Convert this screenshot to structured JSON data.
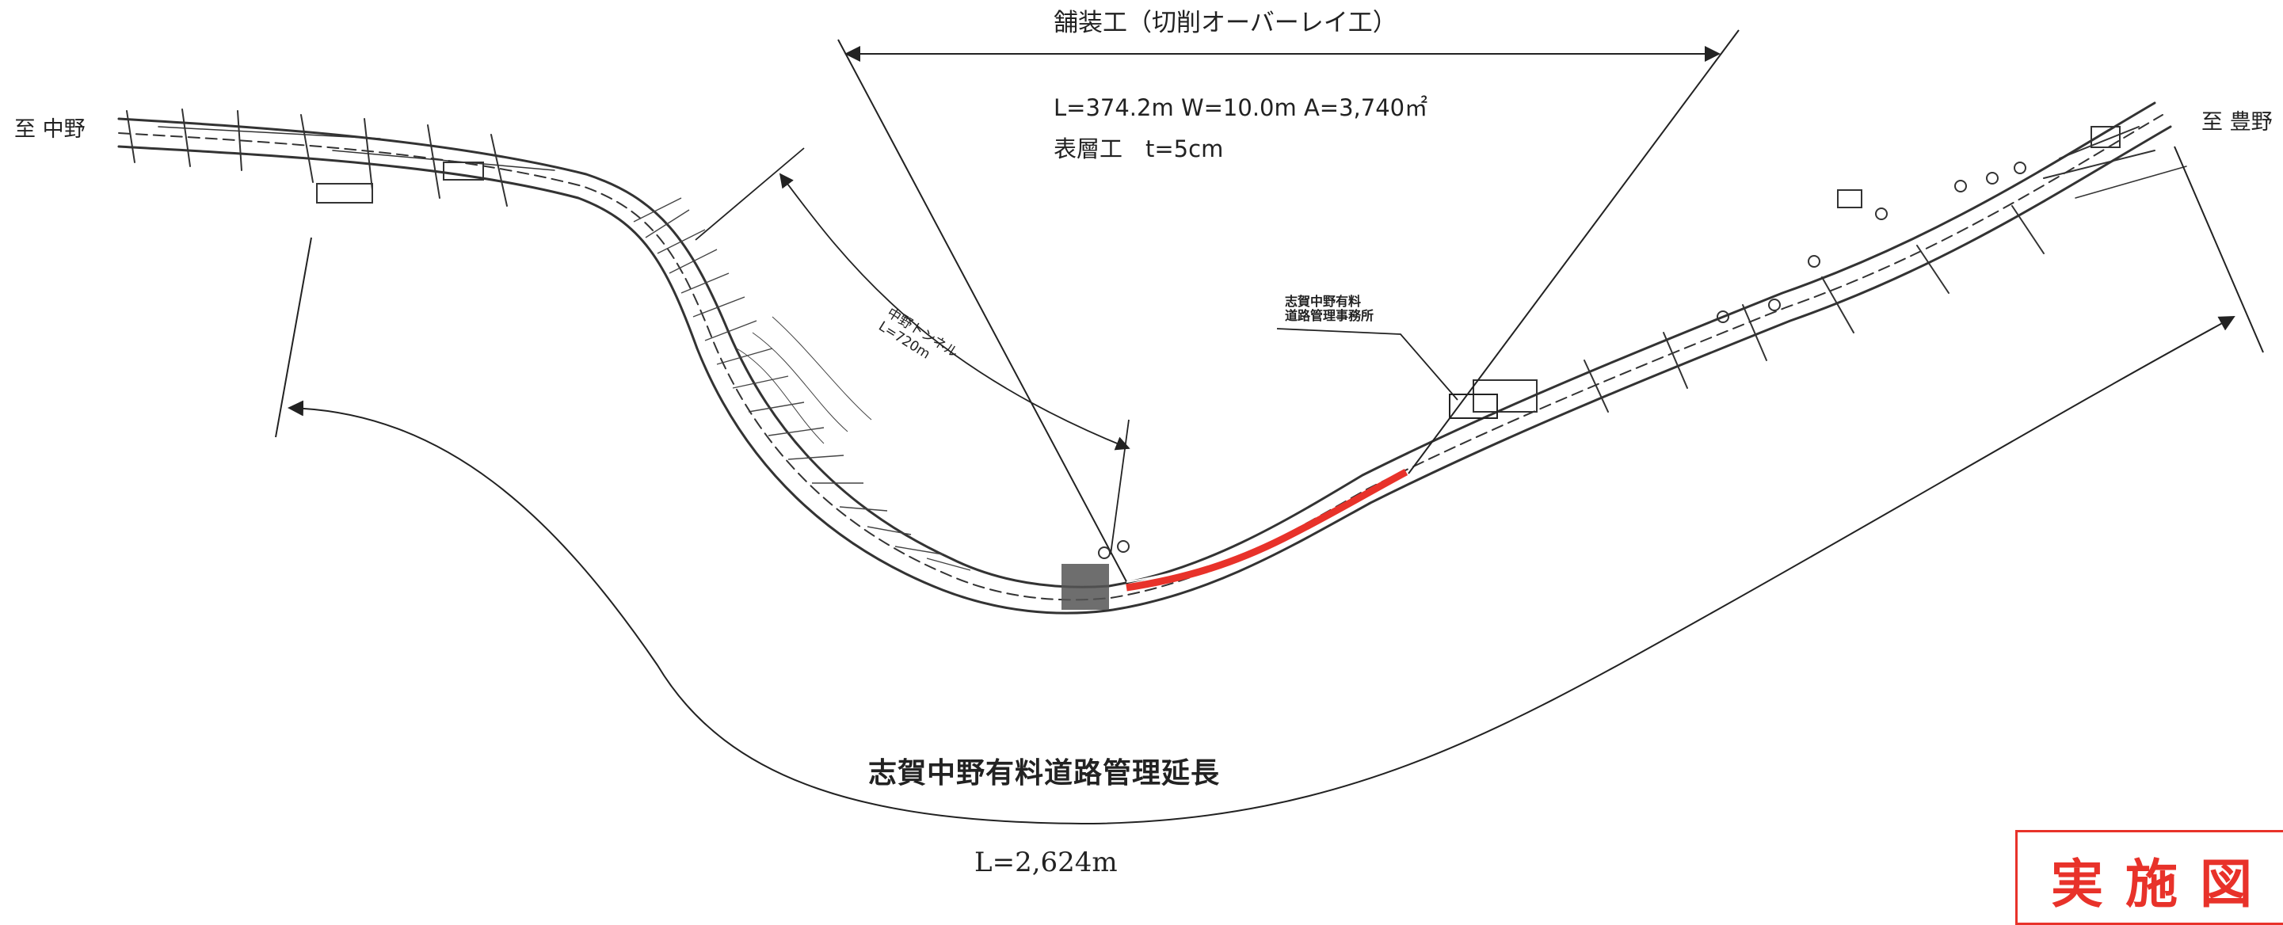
{
  "destinations": {
    "left": "至 中野",
    "right": "至 豊野"
  },
  "work": {
    "title": "舗装工（切削オーバーレイ工）",
    "dimensions": "L=374.2m W=10.0m A=3,740㎡",
    "surface_layer": "表層工　t=5cm"
  },
  "tunnel": {
    "name": "中野トンネル",
    "length": "L=720m"
  },
  "office": {
    "line1": "志賀中野有料",
    "line2": "道路管理事務所"
  },
  "route": {
    "title": "志賀中野有料道路管理延長",
    "length": "L=2,624m"
  },
  "stamp": {
    "text": "実施図"
  },
  "colors": {
    "line": "#222222",
    "road": "#333333",
    "highlight": "#e8322a"
  }
}
